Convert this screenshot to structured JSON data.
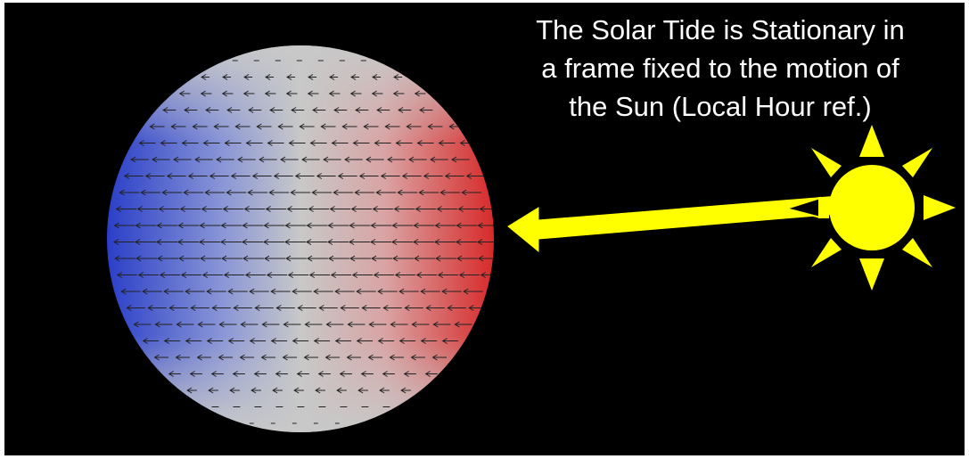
{
  "caption": {
    "lines": [
      "The Solar Tide is Stationary in",
      "a frame fixed to the motion of",
      "the Sun (Local Hour ref.)"
    ]
  },
  "colors": {
    "background": "#000000",
    "sun": "#ffff00",
    "arrow": "#ffff00",
    "tide_west": "#2a3fc8",
    "tide_east": "#d82a2a",
    "planet_neutral": "#c8c8c8"
  },
  "icons": {
    "sun": "sun-icon",
    "planet": "planet-globe",
    "insolation": "sunlight-arrow"
  }
}
